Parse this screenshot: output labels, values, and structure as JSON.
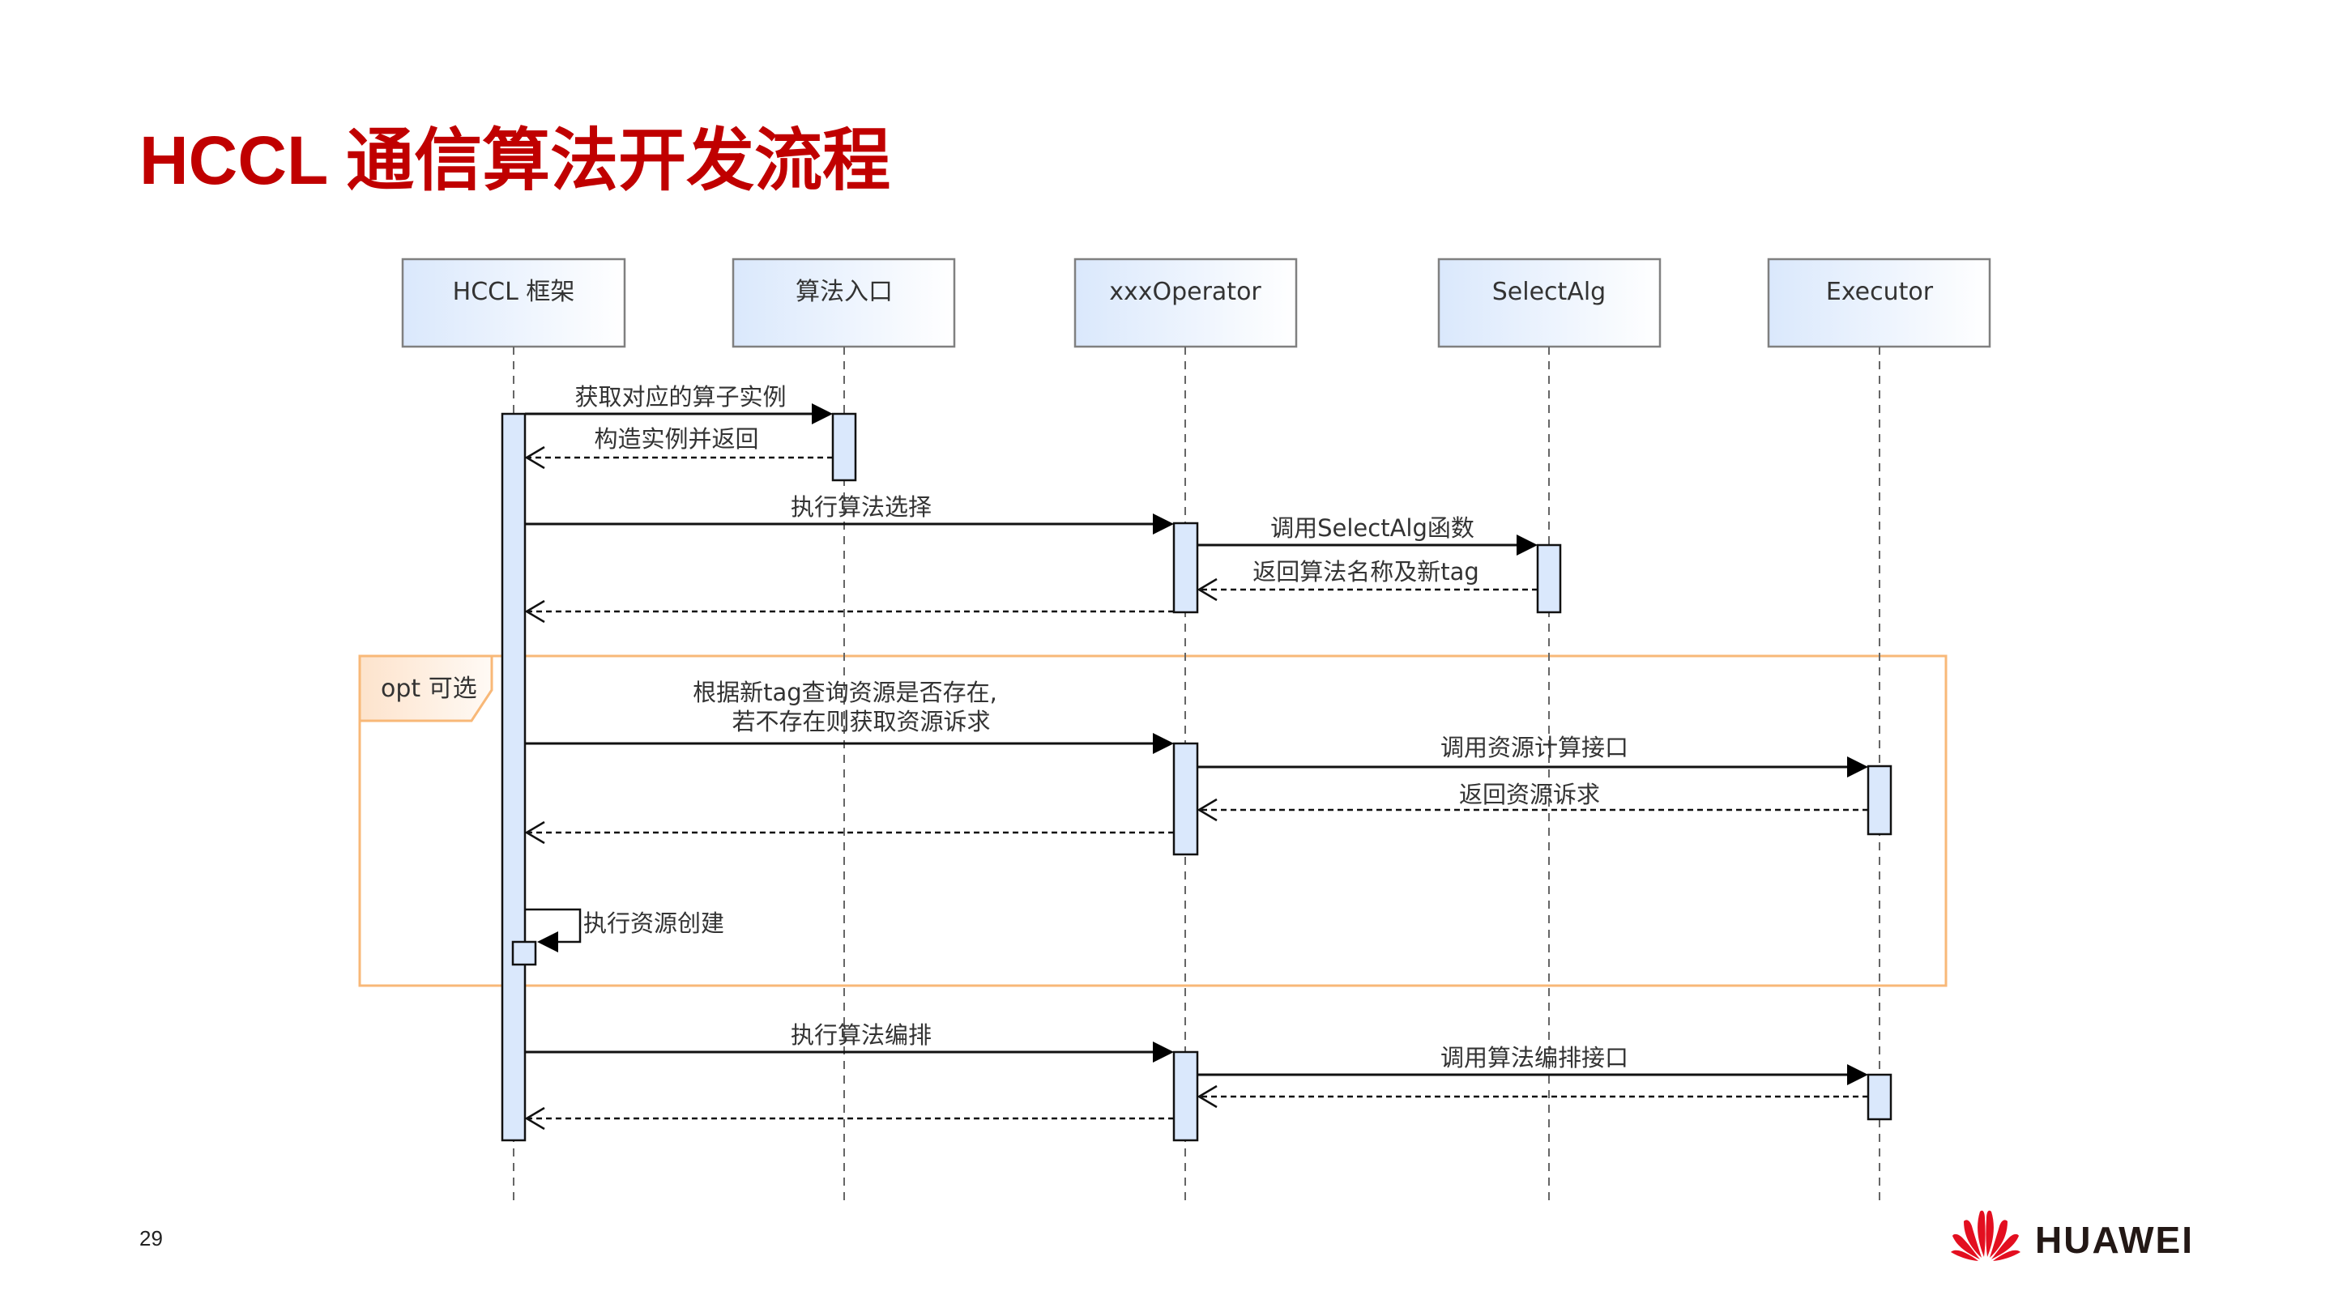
{
  "slide": {
    "title": "HCCL 通信算法开发流程",
    "page_number": "29",
    "brand": "HUAWEI",
    "colors": {
      "title": "#c00000",
      "participant_fill_start": "#dae8fc",
      "participant_fill_end": "#ffffff",
      "participant_border": "#808080",
      "activation_fill": "#dae8fc",
      "opt_frame": "#f8b878",
      "brand_red": "#e30f20"
    }
  },
  "diagram": {
    "participants": [
      {
        "id": "hccl",
        "label": "HCCL 框架"
      },
      {
        "id": "entry",
        "label": "算法入口"
      },
      {
        "id": "operator",
        "label": "xxxOperator"
      },
      {
        "id": "selectalg",
        "label": "SelectAlg"
      },
      {
        "id": "executor",
        "label": "Executor"
      }
    ],
    "fragment": {
      "type": "opt",
      "label": "opt 可选"
    },
    "messages": [
      {
        "from": "hccl",
        "to": "entry",
        "type": "sync",
        "label": "获取对应的算子实例"
      },
      {
        "from": "entry",
        "to": "hccl",
        "type": "return",
        "label": "构造实例并返回"
      },
      {
        "from": "hccl",
        "to": "operator",
        "type": "sync",
        "label": "执行算法选择"
      },
      {
        "from": "operator",
        "to": "selectalg",
        "type": "sync",
        "label": "调用SelectAlg函数"
      },
      {
        "from": "selectalg",
        "to": "operator",
        "type": "return",
        "label": "返回算法名称及新tag"
      },
      {
        "from": "operator",
        "to": "hccl",
        "type": "return",
        "label": ""
      },
      {
        "from": "hccl",
        "to": "operator",
        "type": "sync",
        "label_lines": [
          "根据新tag查询资源是否存在,",
          "若不存在则获取资源诉求"
        ]
      },
      {
        "from": "operator",
        "to": "executor",
        "type": "sync",
        "label": "调用资源计算接口"
      },
      {
        "from": "executor",
        "to": "operator",
        "type": "return",
        "label": "返回资源诉求"
      },
      {
        "from": "operator",
        "to": "hccl",
        "type": "return",
        "label": ""
      },
      {
        "from": "hccl",
        "to": "hccl",
        "type": "self",
        "label": "执行资源创建"
      },
      {
        "from": "hccl",
        "to": "operator",
        "type": "sync",
        "label": "执行算法编排"
      },
      {
        "from": "operator",
        "to": "executor",
        "type": "sync",
        "label": "调用算法编排接口"
      },
      {
        "from": "executor",
        "to": "operator",
        "type": "return",
        "label": ""
      },
      {
        "from": "operator",
        "to": "hccl",
        "type": "return",
        "label": ""
      }
    ]
  }
}
